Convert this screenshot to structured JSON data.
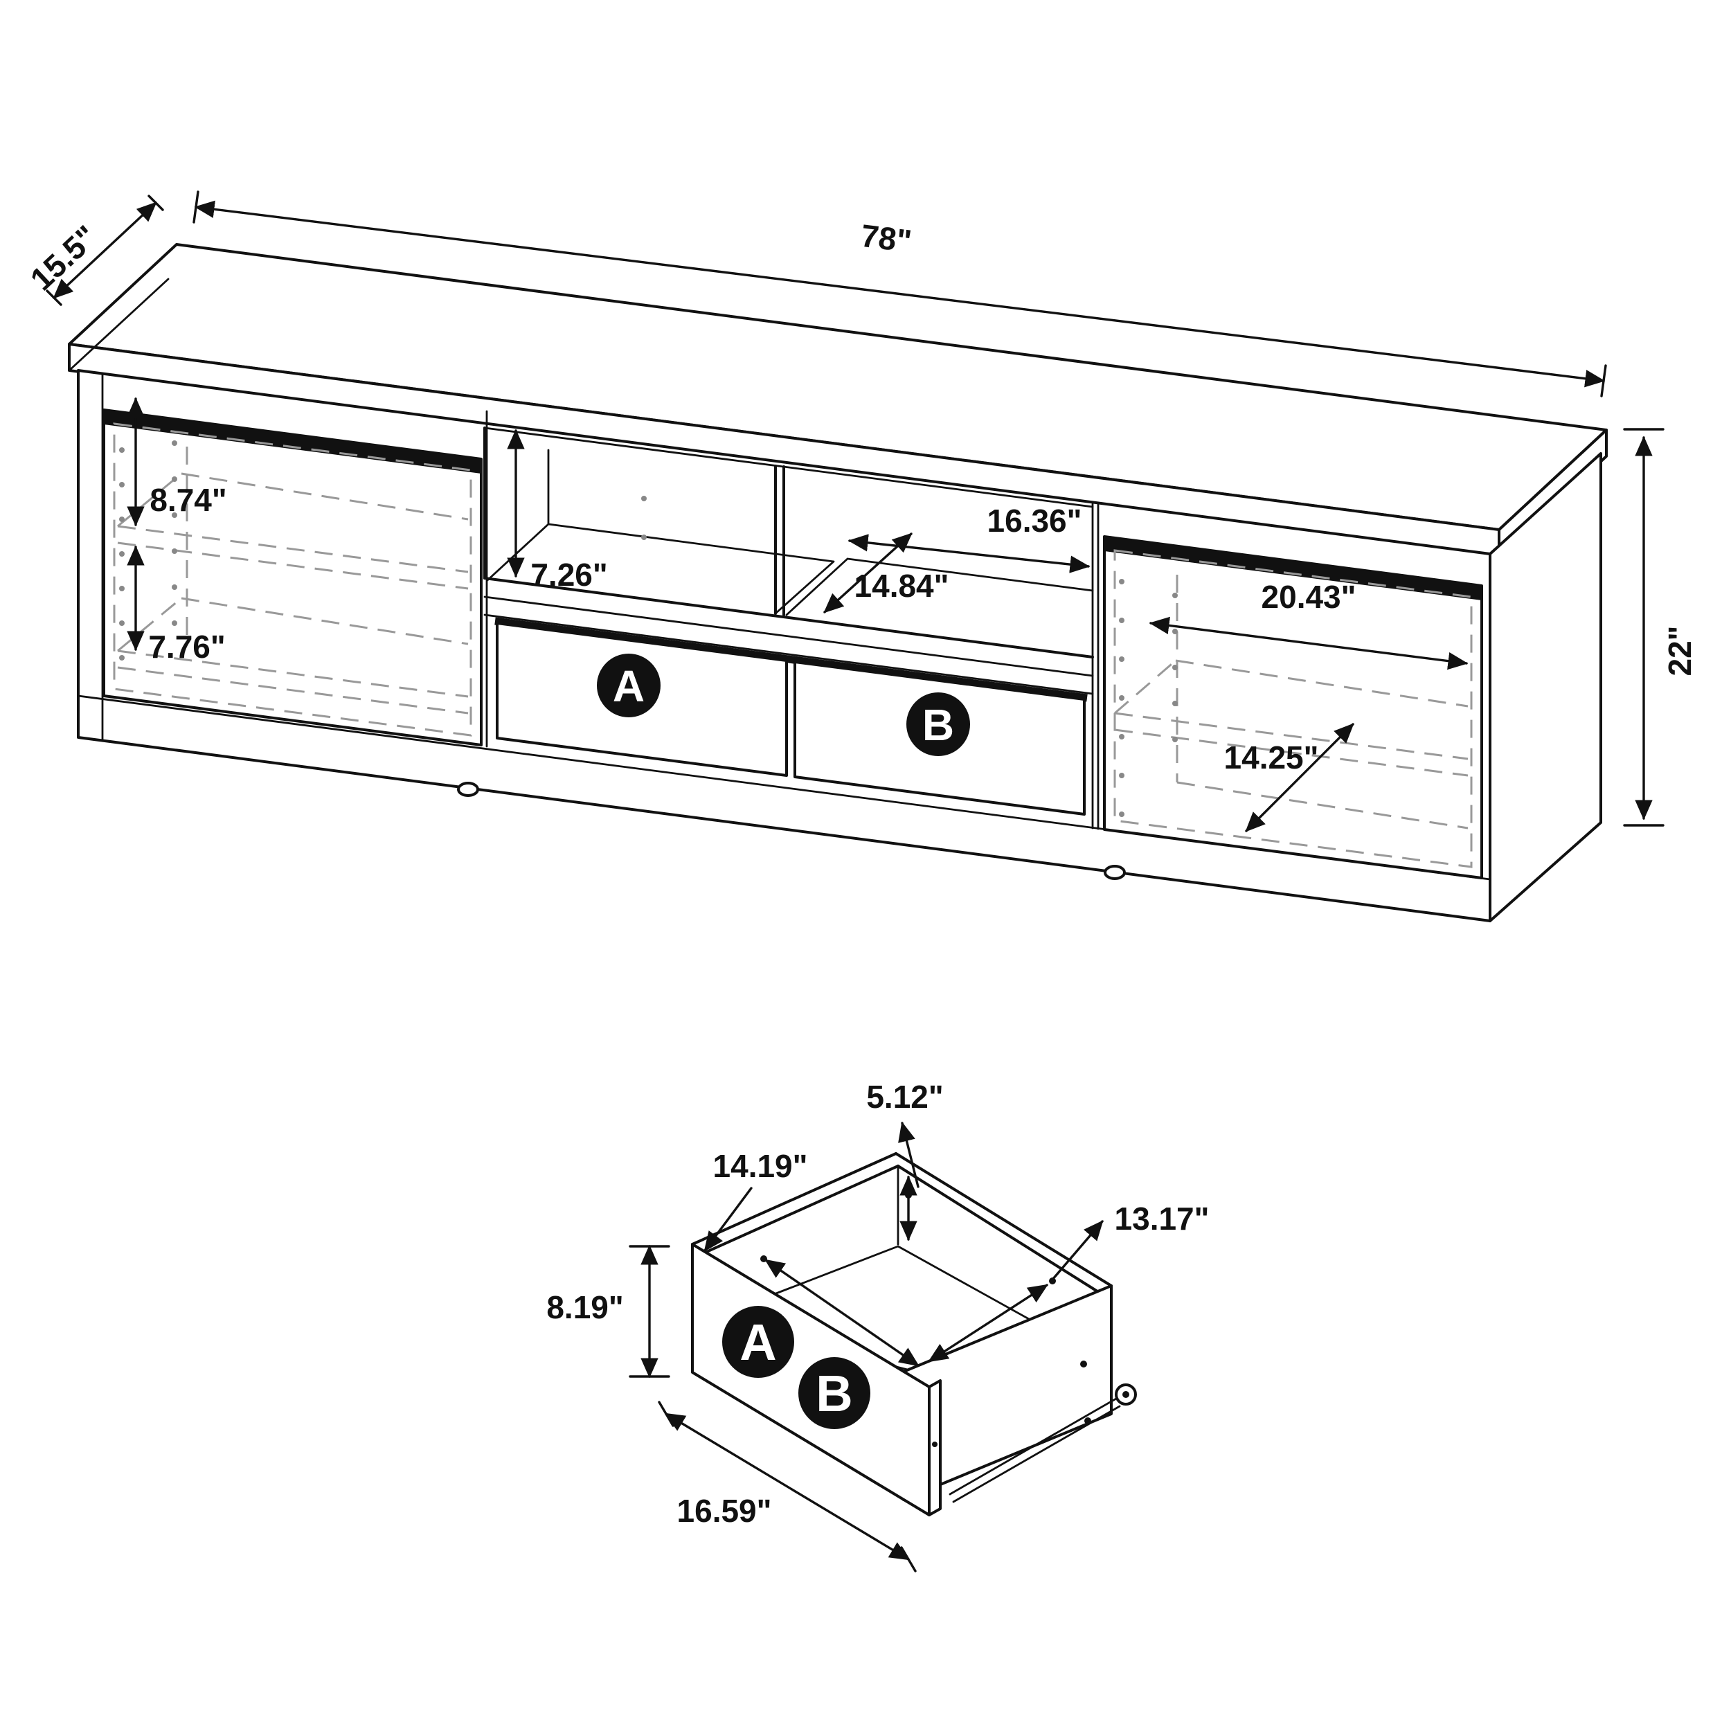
{
  "title": "TV stand assembly dimension diagram",
  "colors": {
    "line": "#111111",
    "hidden_line": "#999999",
    "badge_bg": "#111111",
    "badge_text": "#ffffff",
    "background": "#ffffff"
  },
  "stand": {
    "width": "78\"",
    "depth": "15.5\"",
    "height": "22\"",
    "left_shelf_upper": "8.74\"",
    "left_shelf_lower": "7.76\"",
    "cubby_height": "7.26\"",
    "cubby_width": "16.36\"",
    "cubby_depth": "14.84\"",
    "right_cabinet_width": "20.43\"",
    "right_cabinet_depth": "14.25\"",
    "badge_a": "A",
    "badge_b": "B"
  },
  "drawer": {
    "back_height": "5.12\"",
    "inner_depth": "14.19\"",
    "inner_width": "13.17\"",
    "front_height": "8.19\"",
    "front_width": "16.59\"",
    "badge_a": "A",
    "badge_b": "B"
  }
}
